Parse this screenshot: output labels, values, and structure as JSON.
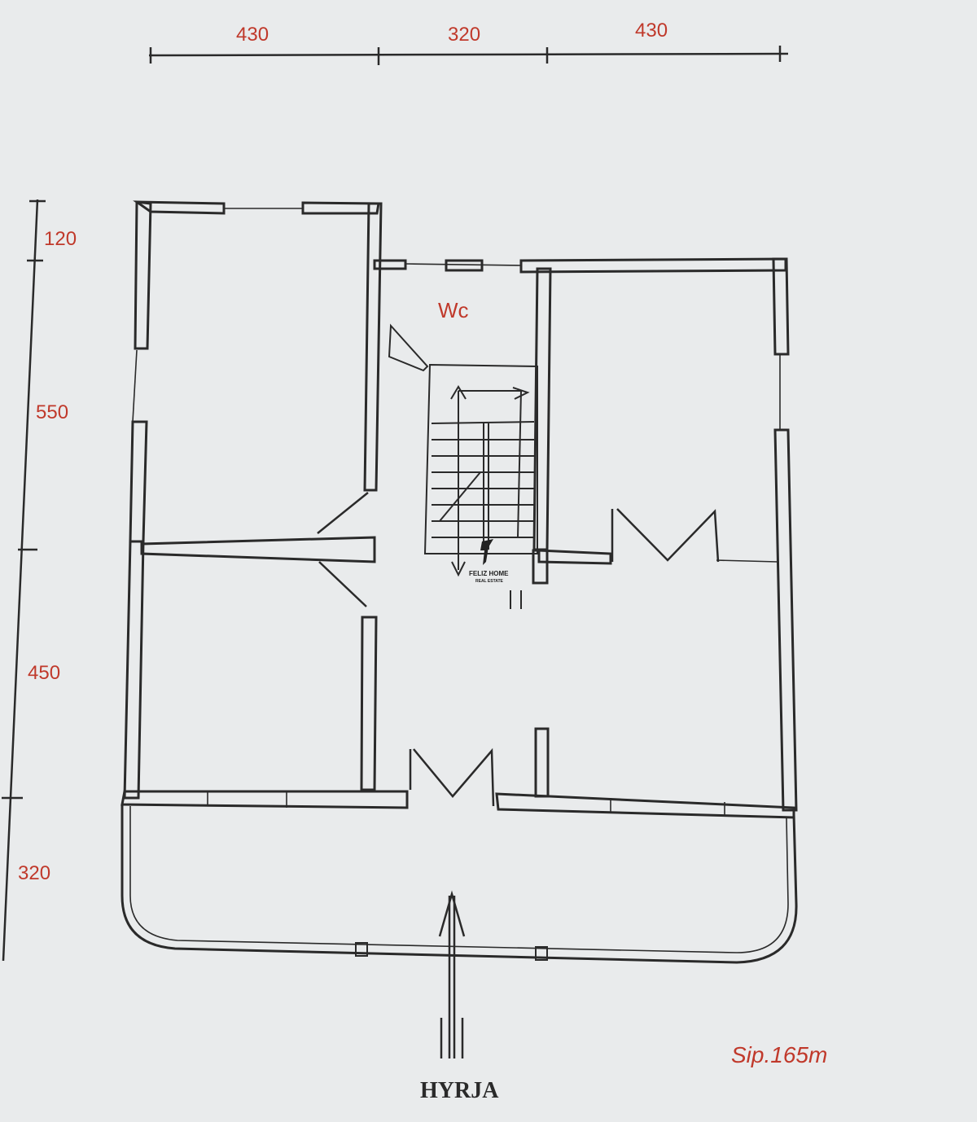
{
  "colors": {
    "paper": "#e9ebec",
    "ink": "#2a2a2a",
    "annotation": "#c0392b"
  },
  "dimensions": {
    "top": [
      "430",
      "320",
      "430"
    ],
    "left": [
      "120",
      "550",
      "450",
      "320"
    ]
  },
  "rooms": {
    "wc": "Wc"
  },
  "entrance": "HYRJA",
  "area": "Sip.165m",
  "watermark": {
    "brand": "FELIZ HOME",
    "tagline": "REAL ESTATE"
  }
}
